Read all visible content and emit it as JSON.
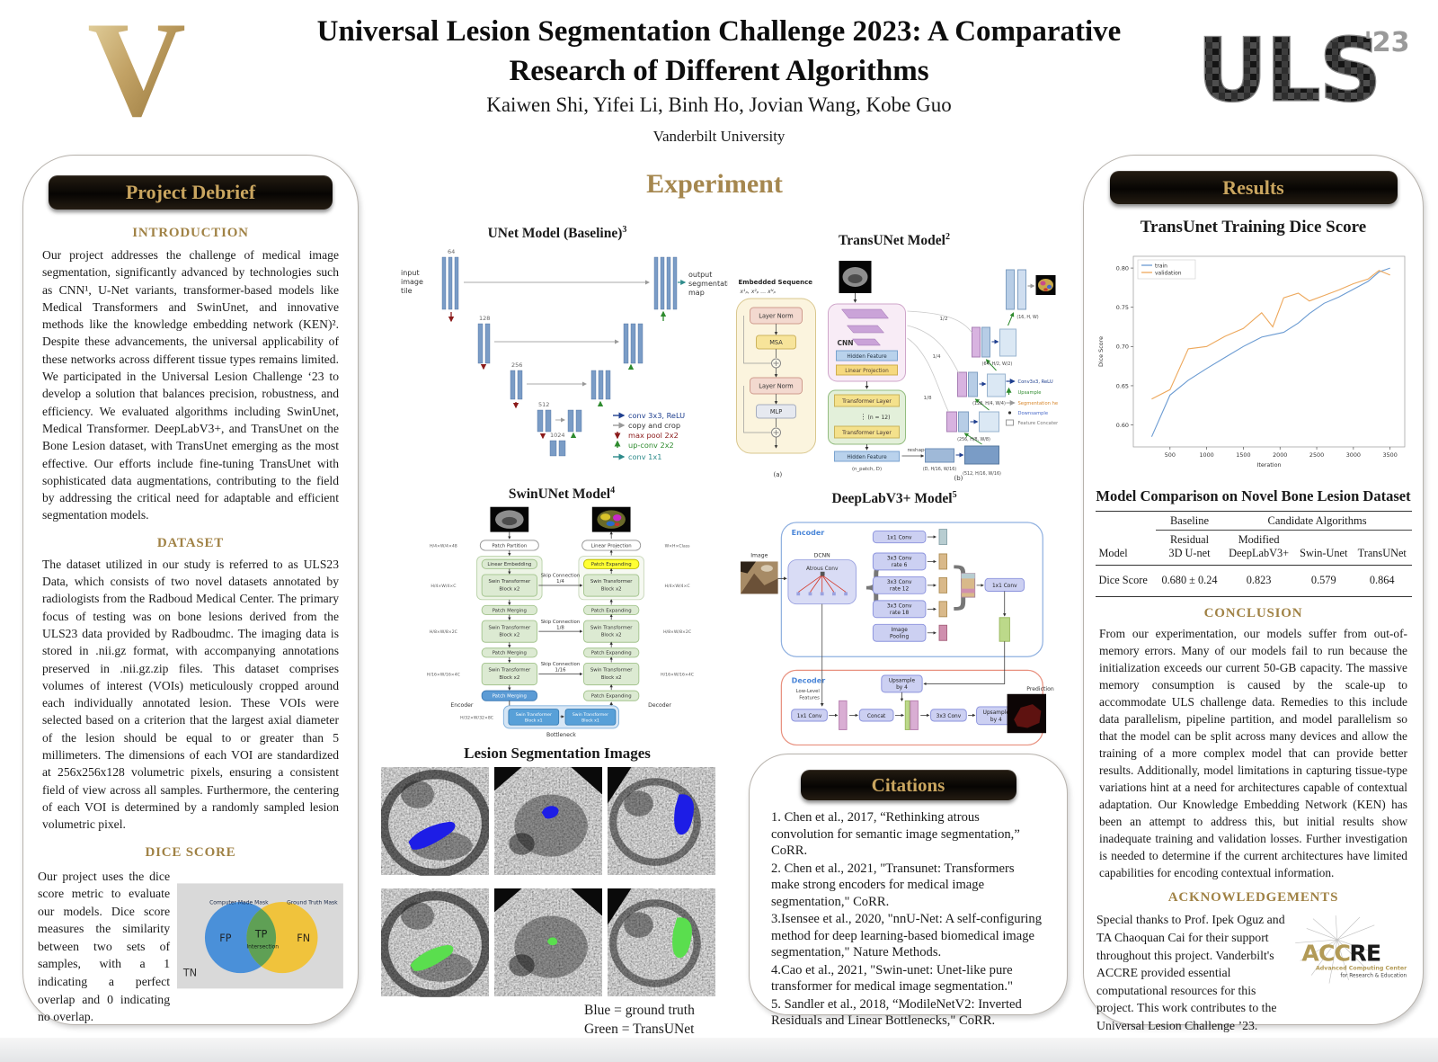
{
  "header": {
    "title": "Universal Lesion Segmentation Challenge 2023: A Comparative Research of Different Algorithms",
    "authors": "Kaiwen Shi, Yifei Li, Binh Ho, Jovian Wang, Kobe Guo",
    "affiliation": "Vanderbilt University",
    "vanderbilt_logo_letter": "V",
    "uls_logo": {
      "text": "ULS",
      "year": "'23"
    }
  },
  "left_panel": {
    "header": "Project Debrief",
    "introduction": {
      "title": "INTRODUCTION",
      "body": "Our project addresses the challenge of medical image segmentation, significantly advanced by technologies such as CNN¹, U-Net variants, transformer-based models like Medical Transformers and SwinUnet, and innovative methods like the knowledge embedding network (KEN)². Despite these advancements, the universal applicability of these networks across different tissue types remains limited. We participated in the Universal Lesion Challenge ‘23 to develop a solution that balances precision, robustness, and efficiency. We evaluated algorithms including SwinUnet, Medical Transformer. DeepLabV3+, and TransUnet on the Bone Lesion dataset, with TransUnet emerging as the most effective. Our efforts include fine-tuning TransUnet with sophisticated data augmentations, contributing to the field by addressing the critical need for adaptable and efficient segmentation models."
    },
    "dataset": {
      "title": "DATASET",
      "body": "The dataset utilized in our study is referred to as ULS23 Data, which consists of two novel datasets annotated by radiologists from the Radboud Medical Center. The primary focus of testing was on bone lesions derived from the ULS23 data provided by Radboudmc. The imaging data is stored in .nii.gz format, with accompanying annotations preserved in .nii.gz.zip files. This dataset comprises volumes of interest (VOIs) meticulously cropped around each individually annotated lesion. These VOIs were selected based on a criterion that the largest axial diameter of the lesion should be equal to or greater than 5 millimeters. The dimensions of each VOI are standardized at 256x256x128 volumetric pixels, ensuring a consistent field of view across all samples. Furthermore, the centering of each VOI is determined by a randomly sampled lesion volumetric pixel."
    },
    "dice": {
      "title": "DICE SCORE",
      "body": "Our project uses the dice score metric to evaluate our models. Dice score measures the similarity between two sets of samples, with a 1 indicating a perfect overlap and 0 indicating no overlap.",
      "venn": {
        "left_label": "Computer Made Mask",
        "right_label": "Ground Truth Mask",
        "fp": "FP",
        "tp": "TP",
        "intersection": "Intersection",
        "fn": "FN",
        "tn": "TN"
      }
    }
  },
  "experiment": {
    "heading": "Experiment",
    "unet": {
      "title": "UNet Model (Baseline)",
      "ref": "3",
      "input_label": [
        "input",
        "image",
        "tile"
      ],
      "output_label": [
        "output",
        "segmentation",
        "map"
      ],
      "channels": [
        "64",
        "128",
        "256",
        "512",
        "1024"
      ],
      "legend": [
        "conv 3x3, ReLU",
        "copy and crop",
        "max pool 2x2",
        "up-conv 2x2",
        "conv 1x1"
      ]
    },
    "transunet": {
      "title": "TransUNet Model",
      "ref": "2",
      "embedded_label": "Embedded Sequence",
      "formula": "x¹ₚ, x²ₚ … xᴺₚ",
      "layer_norm": "Layer Norm",
      "msa": "MSA",
      "mlp": "MLP",
      "cnn": "CNN",
      "hidden_feature": "Hidden Feature",
      "linear_projection": "Linear Projection",
      "transformer_layer": "Transformer Layer",
      "n12": "(n = 12)",
      "npatch": "(n_patch, D)",
      "reshape": "reshape",
      "fractions": [
        "1/2",
        "1/4",
        "1/8"
      ],
      "dims": [
        "(D, H/16, W/16)",
        "(512, H/16, W/16)",
        "(256, H/8, W/8)",
        "(128, H/4, W/4)",
        "(64, H/2, W/2)",
        "(16, H, W)"
      ],
      "legend": [
        "Conv3x3, ReLU",
        "Upsample",
        "Segmentation head",
        "Downsample",
        "Feature Concatenation"
      ],
      "sub_a": "(a)",
      "sub_b": "(b)"
    },
    "swinunet": {
      "title": "SwinUNet Model",
      "ref": "4",
      "patch_partition": "Patch Partition",
      "linear_embedding": "Linear Embedding",
      "linear_projection": "Linear Projection",
      "stb2": [
        "Swin Transformer",
        "Block x2"
      ],
      "stb1": [
        "Swin Transformer",
        "Block x1"
      ],
      "patch_merging": "Patch Merging",
      "patch_expanding": "Patch Expanding",
      "skip_label": "Skip Connection",
      "skip_fracs": [
        "1/4",
        "1/8",
        "1/16"
      ],
      "encoder": "Encoder",
      "decoder": "Decoder",
      "bottleneck": "Bottleneck",
      "dims_left": [
        "H/4×W/4×48",
        "H/4×W/4×C",
        "H/8×W/8×2C",
        "H/16×W/16×4C",
        "H/32×W/32×8C"
      ],
      "dims_right": [
        "W×H×Class",
        "H/4×W/4×C",
        "H/8×W/8×2C",
        "H/16×W/16×4C"
      ]
    },
    "deeplab": {
      "title": "DeepLabV3+ Model",
      "ref": "5",
      "encoder": "Encoder",
      "decoder": "Decoder",
      "image": "Image",
      "dcnn": "DCNN",
      "atrous": "Atrous Conv",
      "aspp": [
        [
          "1x1 Conv",
          ""
        ],
        [
          "3x3 Conv",
          "rate 6"
        ],
        [
          "3x3 Conv",
          "rate 12"
        ],
        [
          "3x3 Conv",
          "rate 18"
        ],
        [
          "Image",
          "Pooling"
        ]
      ],
      "conv1x1": "1x1 Conv",
      "low_level": [
        "Low-Level",
        "Features"
      ],
      "upsample": [
        "Upsample",
        "by 4"
      ],
      "concat": "Concat",
      "conv3x3": "3x3 Conv",
      "prediction": "Prediction"
    },
    "lesion": {
      "title": "Lesion Segmentation Images",
      "caption1": "Blue = ground truth",
      "caption2": "Green = TransUNet"
    },
    "citations": {
      "header": "Citations",
      "items": [
        "1. Chen et al., 2017, “Rethinking atrous convolution for semantic image segmentation,” CoRR.",
        "2. Chen et al., 2021, \"Transunet: Transformers make strong encoders for medical image segmentation,\" CoRR.",
        "3.Isensee et al., 2020, \"nnU-Net: A self-configuring method for deep learning-based biomedical image segmentation,\" Nature Methods.",
        "4.Cao et al., 2021, \"Swin-unet: Unet-like pure transformer for medical image segmentation.\"",
        "5. Sandler et al., 2018, “ModileNetV2: Inverted Residuals and Linear Bottlenecks,\" CoRR."
      ]
    }
  },
  "results": {
    "header": "Results",
    "chart_title": "TransUnet Training Dice Score",
    "table": {
      "title": "Model Comparison on Novel Bone Lesion Dataset",
      "group_baseline": "Baseline",
      "group_candidates": "Candidate Algorithms",
      "columns": [
        "Model",
        "Residual\n3D U-net",
        "Modified\nDeepLabV3+",
        "Swin-Unet",
        "TransUNet"
      ],
      "row_label": "Dice Score",
      "values": [
        "0.680 ± 0.24",
        "0.823",
        "0.579",
        "0.864"
      ]
    },
    "conclusion": {
      "title": "CONCLUSION",
      "body": "From our experimentation, our models suffer from out-of-memory errors. Many of our models fail to run because the initialization exceeds our current 50-GB capacity. The massive memory consumption is caused by the scale-up to accommodate ULS challenge data. Remedies to this include data parallelism, pipeline partition, and model parallelism so that the model can be split across many devices and allow the training of a more complex model that can provide better results. Additionally, model limitations in capturing tissue-type variations hint at a need for architectures capable of contextual adaptation. Our Knowledge Embedding Network (KEN) has been an attempt to address this, but initial results show inadequate training and validation losses. Further investigation is needed to determine if the current architectures have limited capabilities for encoding contextual information."
    },
    "acknowledgements": {
      "title": "ACKNOWLEDGEMENTS",
      "body": "Special thanks to Prof. Ipek Oguz and TA Chaoquan Cai for their support throughout this project. Vanderbilt's ACCRE provided essential computational resources for this project. This work contributes to the Universal Lesion Challenge ’23.",
      "accre": {
        "gold": "ACC",
        "black": "RE",
        "sub1": "Advanced Computing Center",
        "sub2": "for Research & Education"
      }
    }
  },
  "chart_data": {
    "type": "line",
    "title": "TransUnet Training Dice Score",
    "xlabel": "Iteration",
    "ylabel": "Dice Score",
    "xlim": [
      0,
      3700
    ],
    "ylim": [
      0.572,
      0.815
    ],
    "xticks": [
      500,
      1000,
      1500,
      2000,
      2500,
      3000,
      3500
    ],
    "yticks": [
      0.6,
      0.65,
      0.7,
      0.75,
      0.8
    ],
    "legend_position": "upper-left",
    "grid": false,
    "x": [
      250,
      500,
      750,
      1000,
      1250,
      1500,
      1750,
      1900,
      2050,
      2250,
      2400,
      2600,
      2800,
      3000,
      3200,
      3350,
      3500
    ],
    "series": [
      {
        "name": "train",
        "color": "#6b9bd2",
        "values": [
          0.585,
          0.638,
          0.657,
          0.672,
          0.686,
          0.7,
          0.712,
          0.715,
          0.718,
          0.73,
          0.742,
          0.755,
          0.763,
          0.773,
          0.783,
          0.795,
          0.8
        ]
      },
      {
        "name": "validation",
        "color": "#eda85c",
        "values": [
          0.633,
          0.645,
          0.697,
          0.7,
          0.713,
          0.723,
          0.743,
          0.725,
          0.762,
          0.768,
          0.758,
          0.765,
          0.772,
          0.78,
          0.786,
          0.797,
          0.791
        ]
      }
    ]
  },
  "colors": {
    "accent_gold": "#a5874f",
    "bar_gold_text": "#c9a55f",
    "ground_truth_blue": "#1d1de6",
    "transunet_green": "#5ade4e",
    "venn_blue": "#4a90d9",
    "venn_yellow": "#f0c33c",
    "venn_green": "#5fa055",
    "train_line": "#6b9bd2",
    "validation_line": "#eda85c"
  }
}
